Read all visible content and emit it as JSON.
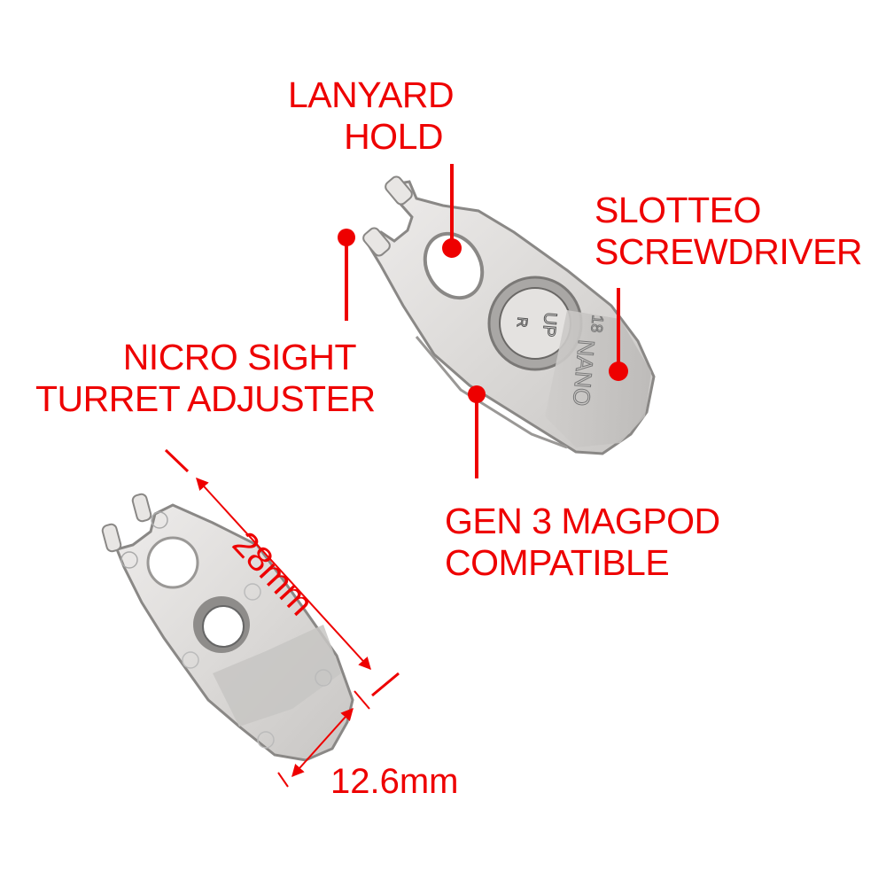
{
  "colors": {
    "accent": "#ee0000",
    "metal_light": "#e2e0de",
    "metal_mid": "#c4c2c0",
    "metal_dark": "#8c8a88",
    "background": "#ffffff"
  },
  "callouts": [
    {
      "id": "lanyard-hold",
      "lines": [
        "LANYARD",
        "HOLD"
      ]
    },
    {
      "id": "slotted-screwdriver",
      "lines": [
        "SLOTTEO",
        "SCREWDRIVER"
      ]
    },
    {
      "id": "micro-sight-turret-adjuster",
      "lines": [
        "NICRO SIGHT",
        "TURRET ADJUSTER"
      ]
    },
    {
      "id": "gen3-magpod-compatible",
      "lines": [
        "GEN 3 MAGPOD",
        "COMPATIBLE"
      ]
    }
  ],
  "dimensions": {
    "length": "28mm",
    "width": "12.6mm"
  },
  "tool_engraving": {
    "button_text": "UP",
    "button_sub": "R",
    "brand": "NANO",
    "model": "18"
  }
}
